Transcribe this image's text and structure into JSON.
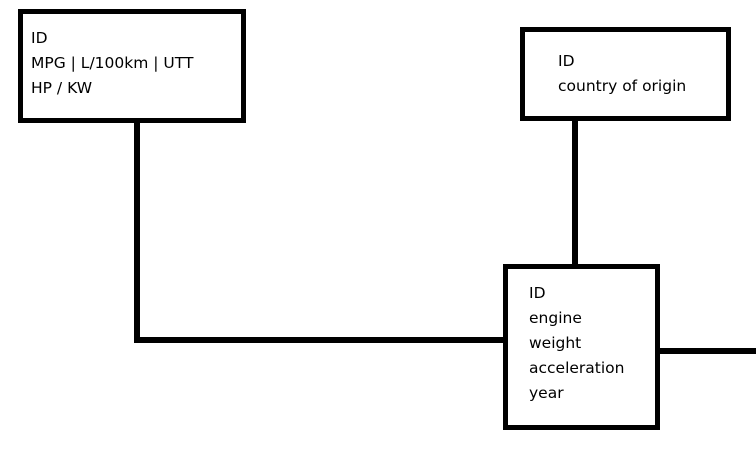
{
  "diagram": {
    "entities": [
      {
        "id": "performance",
        "lines": [
          "ID",
          "MPG | L/100km | UTT",
          "HP / KW"
        ]
      },
      {
        "id": "origin",
        "lines": [
          "ID",
          "country of origin"
        ]
      },
      {
        "id": "car",
        "lines": [
          "ID",
          "engine",
          "weight",
          "acceleration",
          "year"
        ]
      }
    ],
    "connections": [
      {
        "from": "performance",
        "to": "car"
      },
      {
        "from": "origin",
        "to": "car"
      },
      {
        "from": "car",
        "to": "off-canvas-right"
      }
    ],
    "colors": {
      "stroke": "#000000",
      "background": "#ffffff",
      "text": "#000000"
    }
  }
}
